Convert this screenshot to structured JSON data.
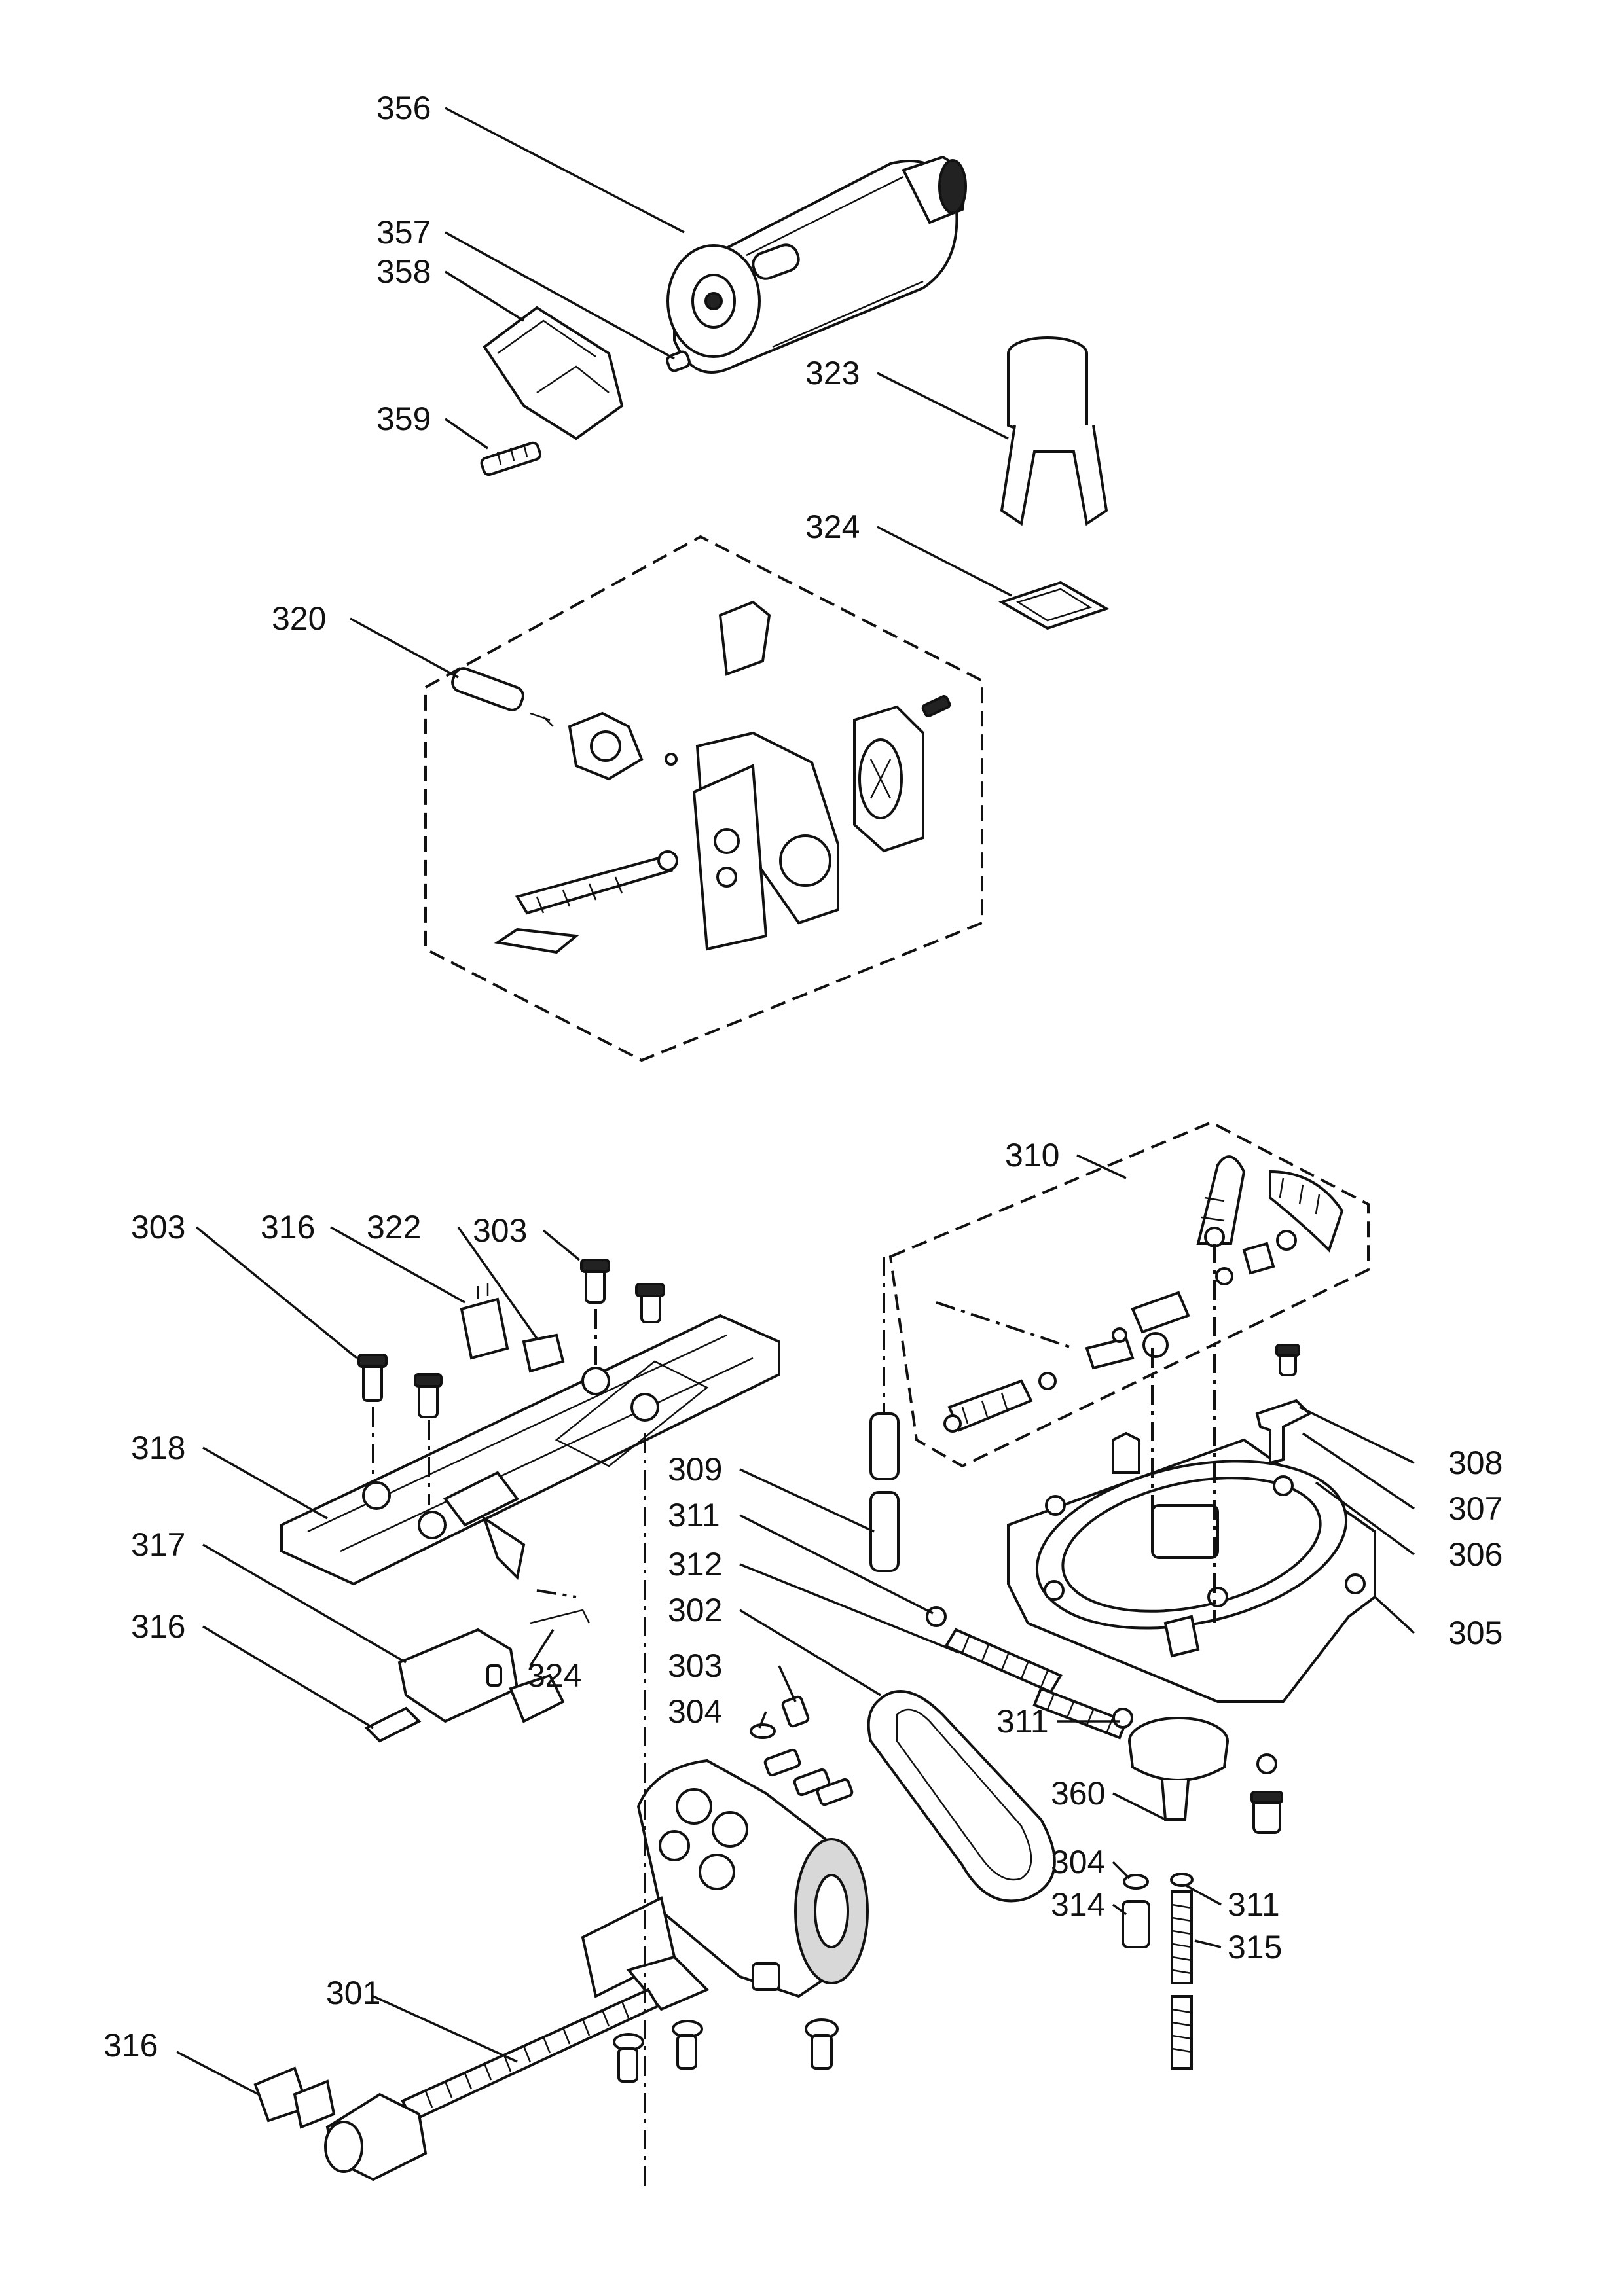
{
  "diagram": {
    "labels": {
      "l356": "356",
      "l357": "357",
      "l358": "358",
      "l359": "359",
      "l323": "323",
      "l324a": "324",
      "l320": "320",
      "l310": "310",
      "l303a": "303",
      "l316a": "316",
      "l322": "322",
      "l303b": "303",
      "l318": "318",
      "l317": "317",
      "l316b": "316",
      "l324b": "324",
      "l309": "309",
      "l311a": "311",
      "l312": "312",
      "l302": "302",
      "l303c": "303",
      "l304a": "304",
      "l308": "308",
      "l307": "307",
      "l306": "306",
      "l305": "305",
      "l311b": "311",
      "l360": "360",
      "l304b": "304",
      "l314": "314",
      "l311c": "311",
      "l315": "315",
      "l301": "301",
      "l316c": "316"
    }
  }
}
